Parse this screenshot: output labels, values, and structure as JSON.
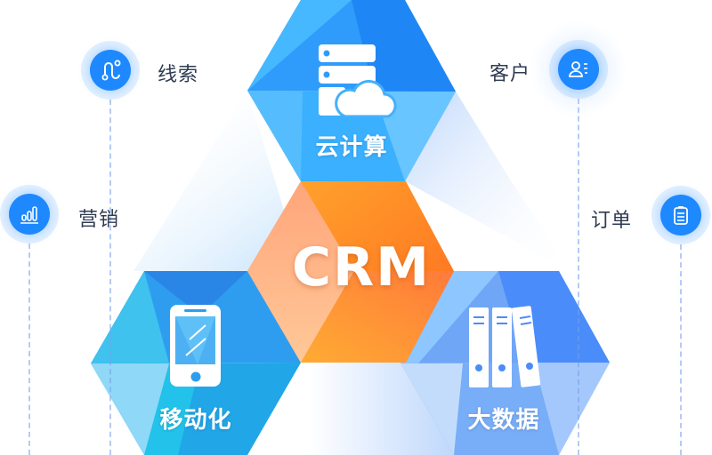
{
  "diagram": {
    "center": {
      "label": "CRM",
      "color": "#ff8a2a"
    },
    "hexagons": [
      {
        "id": "cloud",
        "label": "云计算",
        "icon": "server-cloud-icon",
        "color": "#2a9dff"
      },
      {
        "id": "mobile",
        "label": "移动化",
        "icon": "smartphone-icon",
        "color": "#29b6f0"
      },
      {
        "id": "bigdata",
        "label": "大数据",
        "icon": "binders-icon",
        "color": "#4a8cff"
      }
    ],
    "features": [
      {
        "id": "leads",
        "label": "线索",
        "icon": "route-icon"
      },
      {
        "id": "marketing",
        "label": "营销",
        "icon": "bar-chart-icon"
      },
      {
        "id": "customers",
        "label": "客户",
        "icon": "customer-list-icon"
      },
      {
        "id": "orders",
        "label": "订单",
        "icon": "clipboard-icon"
      }
    ],
    "colors": {
      "accent_blue": "#1e88ff",
      "label_text": "#2f3b52",
      "orange_light": "#ffb27a",
      "orange_dark": "#ff6a1a"
    }
  }
}
